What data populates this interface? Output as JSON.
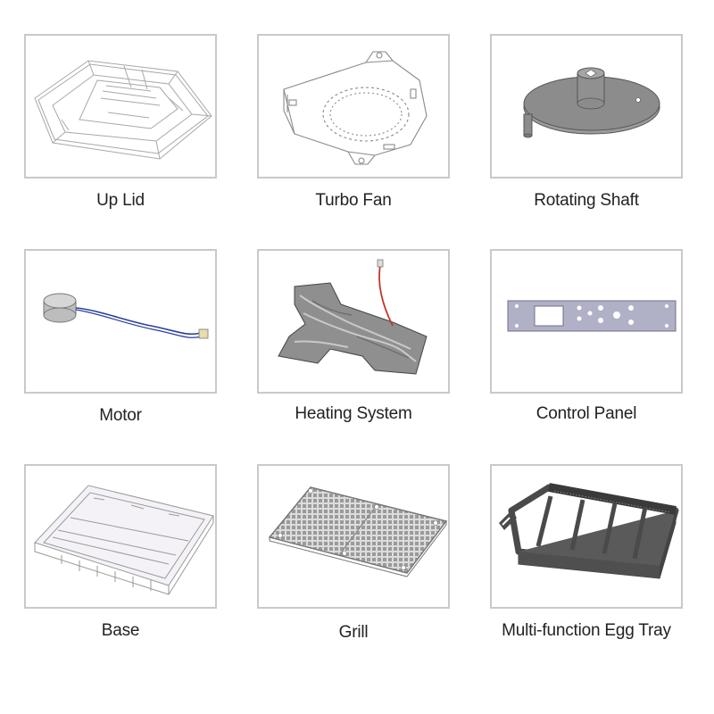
{
  "parts": [
    {
      "label": "Up Lid",
      "icon": "up-lid-icon"
    },
    {
      "label": "Turbo Fan",
      "icon": "turbo-fan-icon"
    },
    {
      "label": "Rotating Shaft",
      "icon": "rotating-shaft-icon"
    },
    {
      "label": "Motor",
      "icon": "motor-icon"
    },
    {
      "label": "Heating System",
      "icon": "heating-system-icon"
    },
    {
      "label": "Control Panel",
      "icon": "control-panel-icon"
    },
    {
      "label": "Base",
      "icon": "base-icon"
    },
    {
      "label": "Grill",
      "icon": "grill-icon"
    },
    {
      "label": "Multi-function Egg Tray",
      "icon": "egg-tray-icon"
    }
  ],
  "colors": {
    "frame_border": "#c9c9c9",
    "caption_text": "#222222",
    "line_art": "#9a9a9a",
    "shaft_fill": "#8c8c8c",
    "wire_blue": "#2b3f9e",
    "wire_red": "#c0392b",
    "tray_dark": "#4a4a4a"
  }
}
